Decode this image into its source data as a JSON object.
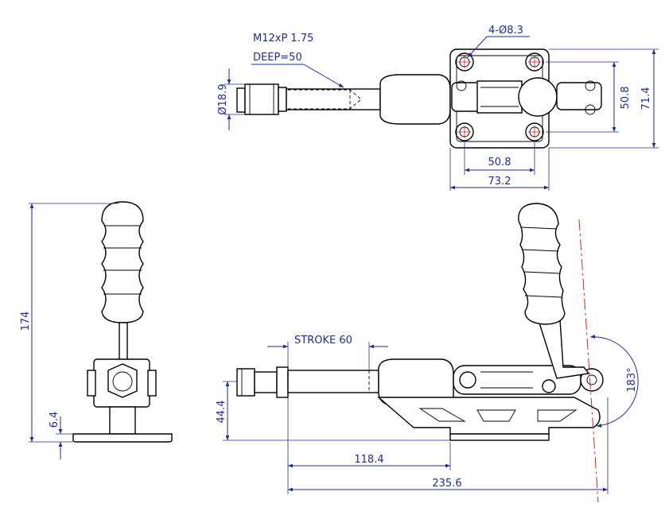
{
  "drawing": {
    "top_view": {
      "thread_note_line1": "M12xP 1.75",
      "thread_note_line2": "DEEP=50",
      "hole_note": "4-Ø8.3",
      "rod_diameter": "Ø18.9",
      "base_height_inner": "50.8",
      "base_height_outer": "71.4",
      "base_width_inner": "50.8",
      "base_width_outer": "73.2"
    },
    "side_view": {
      "total_height": "174",
      "base_thickness": "6.4"
    },
    "front_view": {
      "stroke_label": "STROKE 60",
      "center_height": "44.4",
      "length_to_base": "118.4",
      "overall_length": "235.6",
      "handle_angle": "183°"
    }
  },
  "colors": {
    "dimension": "#1f2d8f",
    "centerline": "#d22222",
    "outline": "#000000"
  }
}
